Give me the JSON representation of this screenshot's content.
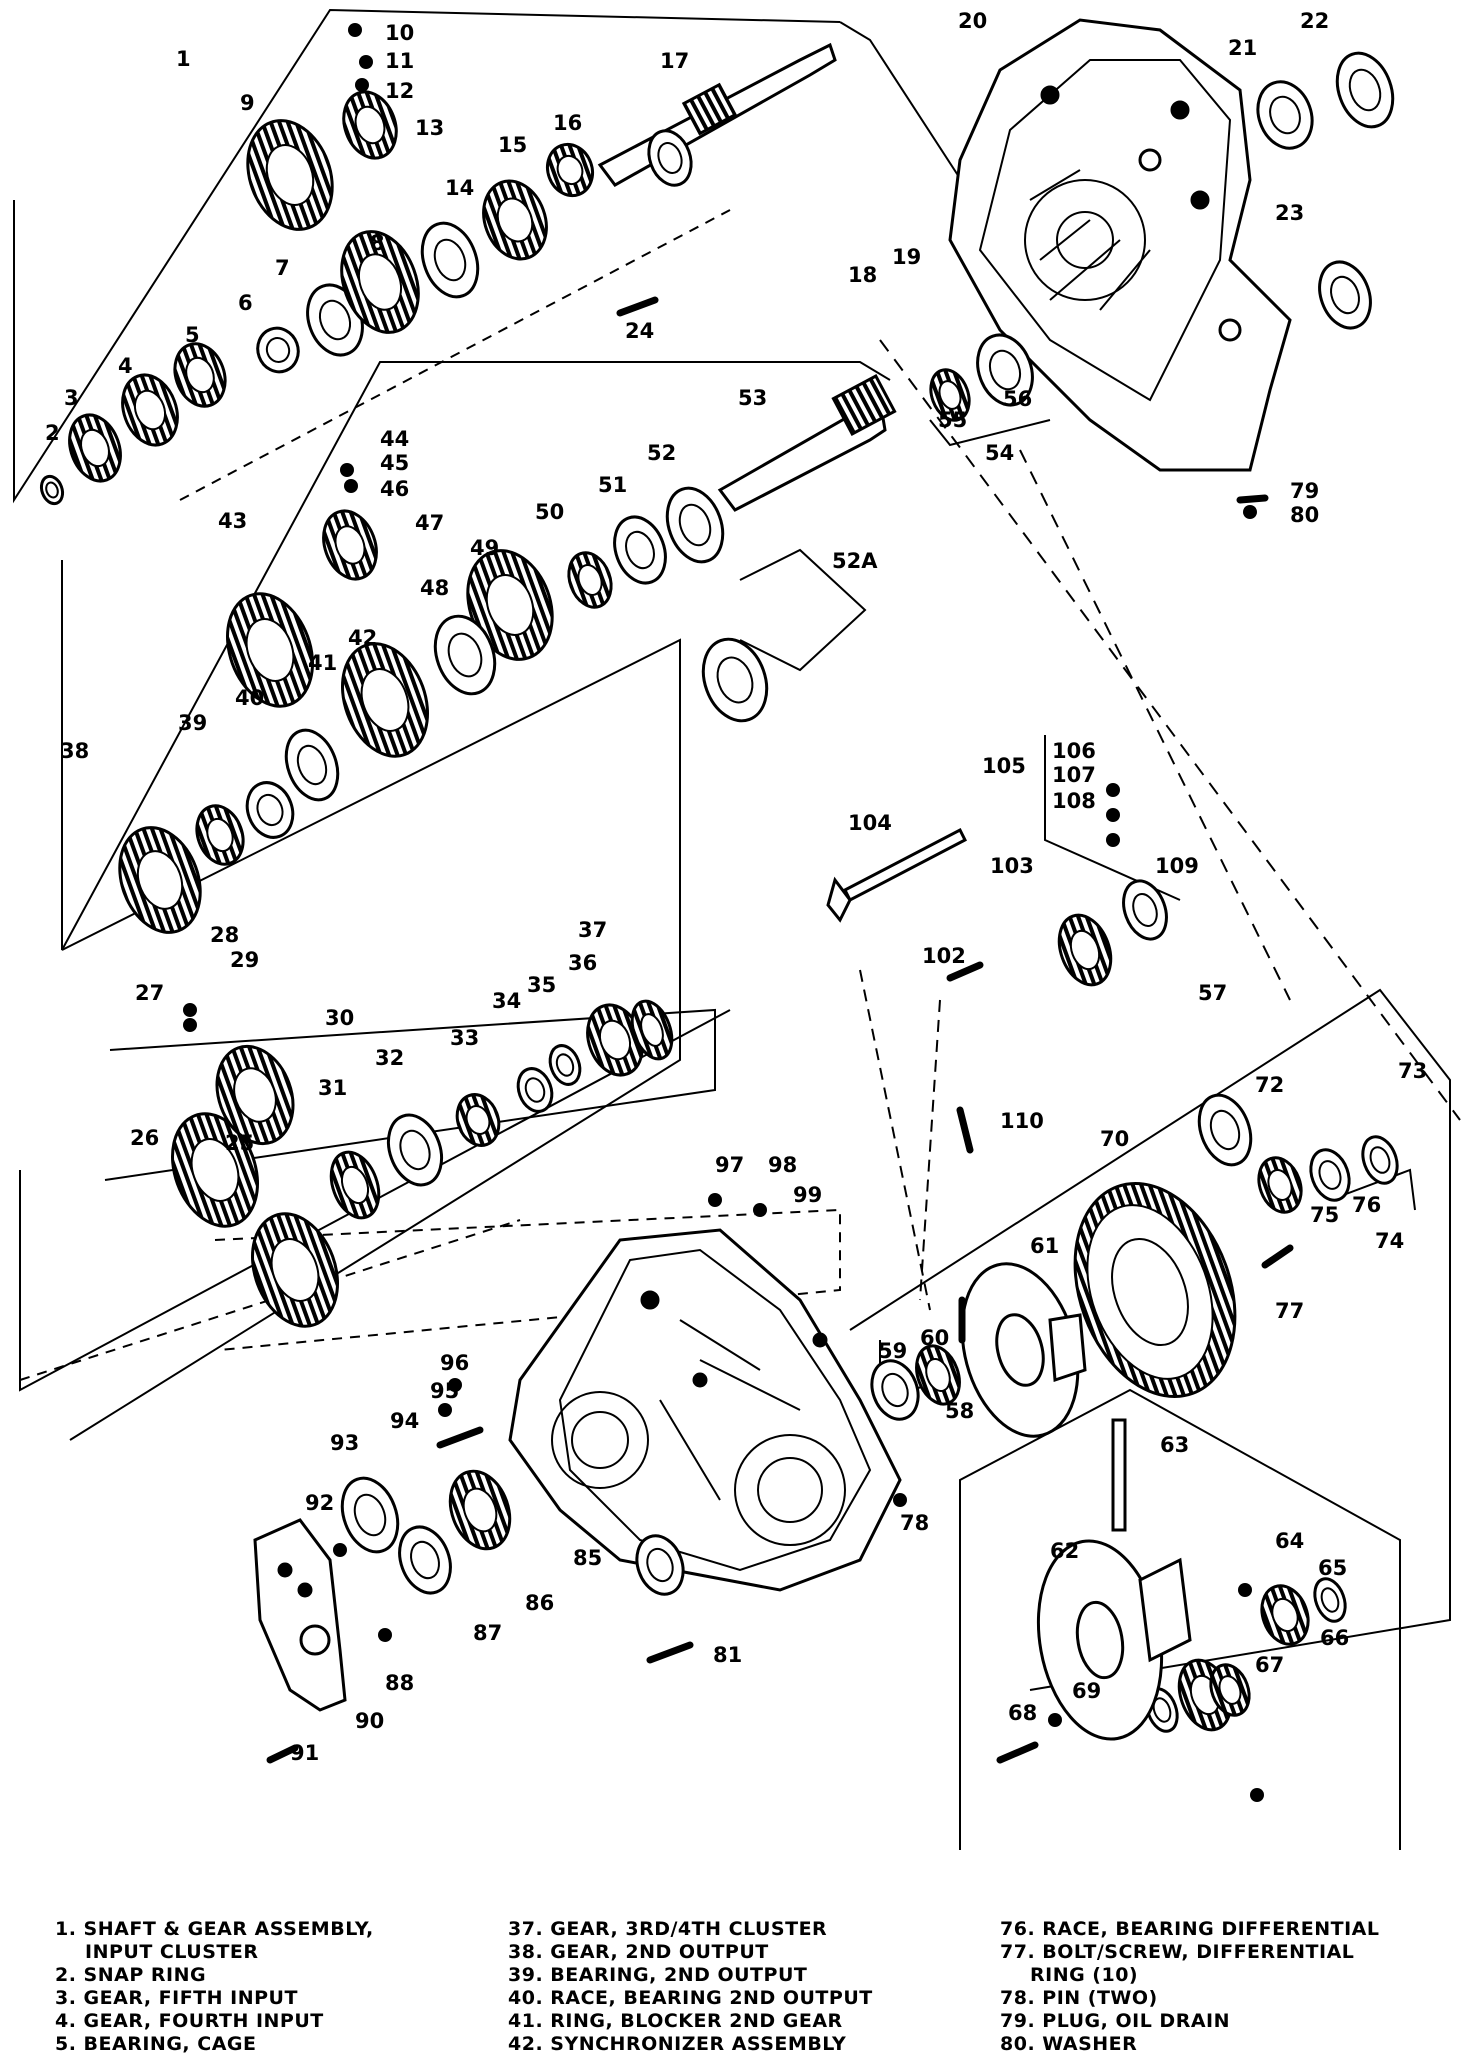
{
  "callouts": [
    "1",
    "2",
    "3",
    "4",
    "5",
    "6",
    "7",
    "8",
    "9",
    "10",
    "11",
    "12",
    "13",
    "14",
    "15",
    "16",
    "17",
    "18",
    "19",
    "20",
    "21",
    "22",
    "23",
    "24",
    "25",
    "26",
    "27",
    "28",
    "29",
    "30",
    "31",
    "32",
    "33",
    "34",
    "35",
    "36",
    "37",
    "38",
    "39",
    "40",
    "41",
    "42",
    "43",
    "44",
    "45",
    "46",
    "47",
    "48",
    "49",
    "50",
    "51",
    "52",
    "52A",
    "53",
    "54",
    "55",
    "56",
    "57",
    "58",
    "59",
    "60",
    "61",
    "62",
    "63",
    "64",
    "65",
    "66",
    "67",
    "68",
    "69",
    "70",
    "72",
    "73",
    "74",
    "75",
    "76",
    "77",
    "78",
    "79",
    "80",
    "81",
    "85",
    "86",
    "87",
    "88",
    "90",
    "91",
    "92",
    "93",
    "94",
    "95",
    "96",
    "97",
    "98",
    "99",
    "102",
    "103",
    "104",
    "105",
    "106",
    "107",
    "108",
    "109",
    "110"
  ],
  "legend": {
    "col1": [
      "1. SHAFT & GEAR ASSEMBLY,",
      "INPUT CLUSTER",
      "2. SNAP RING",
      "3. GEAR, FIFTH INPUT",
      "4. GEAR, FOURTH INPUT",
      "5. BEARING, CAGE"
    ],
    "col2": [
      "37. GEAR, 3RD/4TH CLUSTER",
      "38. GEAR, 2ND OUTPUT",
      "39. BEARING, 2ND OUTPUT",
      "40. RACE, BEARING 2ND OUTPUT",
      "41. RING, BLOCKER 2ND GEAR",
      "42. SYNCHRONIZER ASSEMBLY"
    ],
    "col3": [
      "76. RACE, BEARING DIFFERENTIAL",
      "77. BOLT/SCREW, DIFFERENTIAL",
      "RING (10)",
      "78. PIN (TWO)",
      "79. PLUG, OIL DRAIN",
      "80. WASHER"
    ]
  },
  "colors": {
    "ink": "#000000",
    "paper": "#ffffff"
  }
}
